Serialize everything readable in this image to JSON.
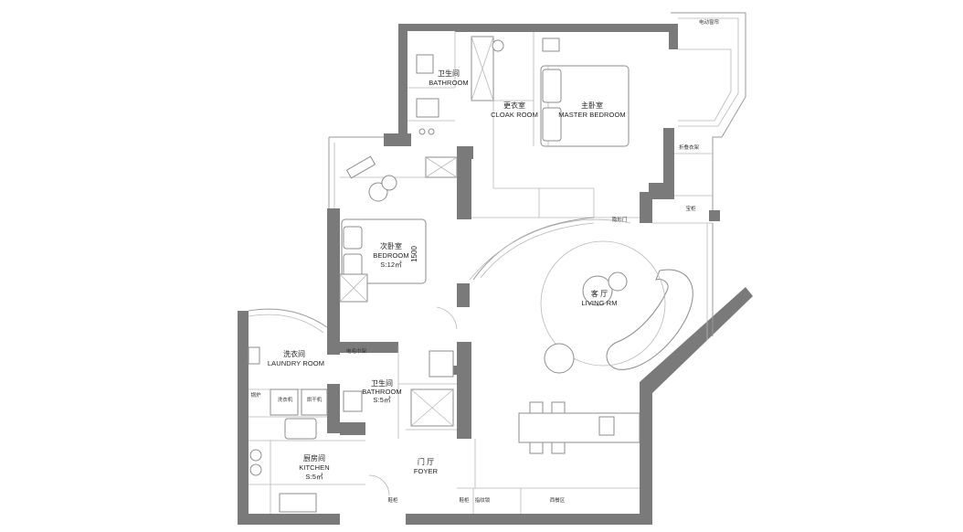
{
  "rooms": {
    "bathroom_top": {
      "cn": "卫生间",
      "en": "BATHROOM"
    },
    "cloak_room": {
      "cn": "更衣室",
      "en": "CLOAK ROOM"
    },
    "master_bedroom": {
      "cn": "主卧室",
      "en": "MASTER BEDROOM"
    },
    "second_bedroom": {
      "cn": "次卧室",
      "en": "BEDROOM",
      "area": "S:12㎡"
    },
    "living_room": {
      "cn": "客 厅",
      "en": "LIVING RM"
    },
    "laundry_room": {
      "cn": "洗衣间",
      "en": "LAUNDRY ROOM"
    },
    "bathroom_mid": {
      "cn": "卫生间",
      "en": "BATHROOM",
      "area": "S:5㎡"
    },
    "kitchen": {
      "cn": "厨房间",
      "en": "KITCHEN",
      "area": "S:5㎡"
    },
    "foyer": {
      "cn": "门 厅",
      "en": "FOYER"
    }
  },
  "labels": {
    "dimension": "1500",
    "curtain": "电动窗帘",
    "folding_rack": "折叠衣架",
    "safe": "宝柜",
    "hidden_door": "隐形门",
    "towel_rack": "电毛巾架",
    "washer": "洗衣机",
    "dryer": "烘干机",
    "boiler": "锅炉",
    "shoe_cabinet": "鞋柜",
    "fingerprint_lock": "指纹锁",
    "western_kitchen": "西餐区",
    "cabinet": "鞋柜"
  }
}
